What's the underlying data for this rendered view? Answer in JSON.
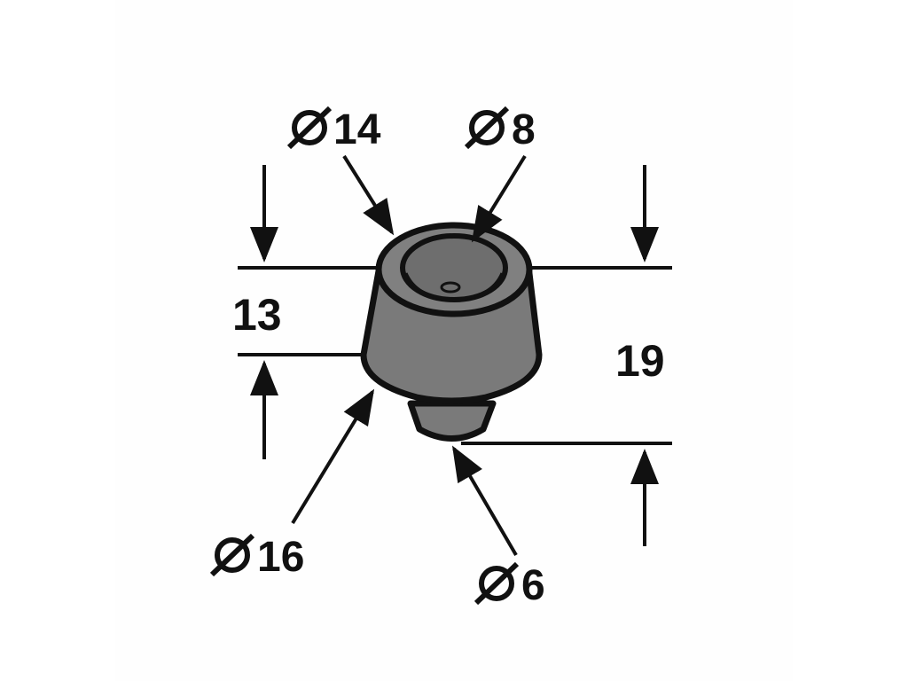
{
  "colors": {
    "line": "#111111",
    "body": "#7a7a7a",
    "body_top": "#808080",
    "inner": "#6e6e6e"
  },
  "dimensions": {
    "height_13": "13",
    "height_19": "19",
    "dia_14": "14",
    "dia_8": "8",
    "dia_16": "16",
    "dia_6": "6"
  }
}
